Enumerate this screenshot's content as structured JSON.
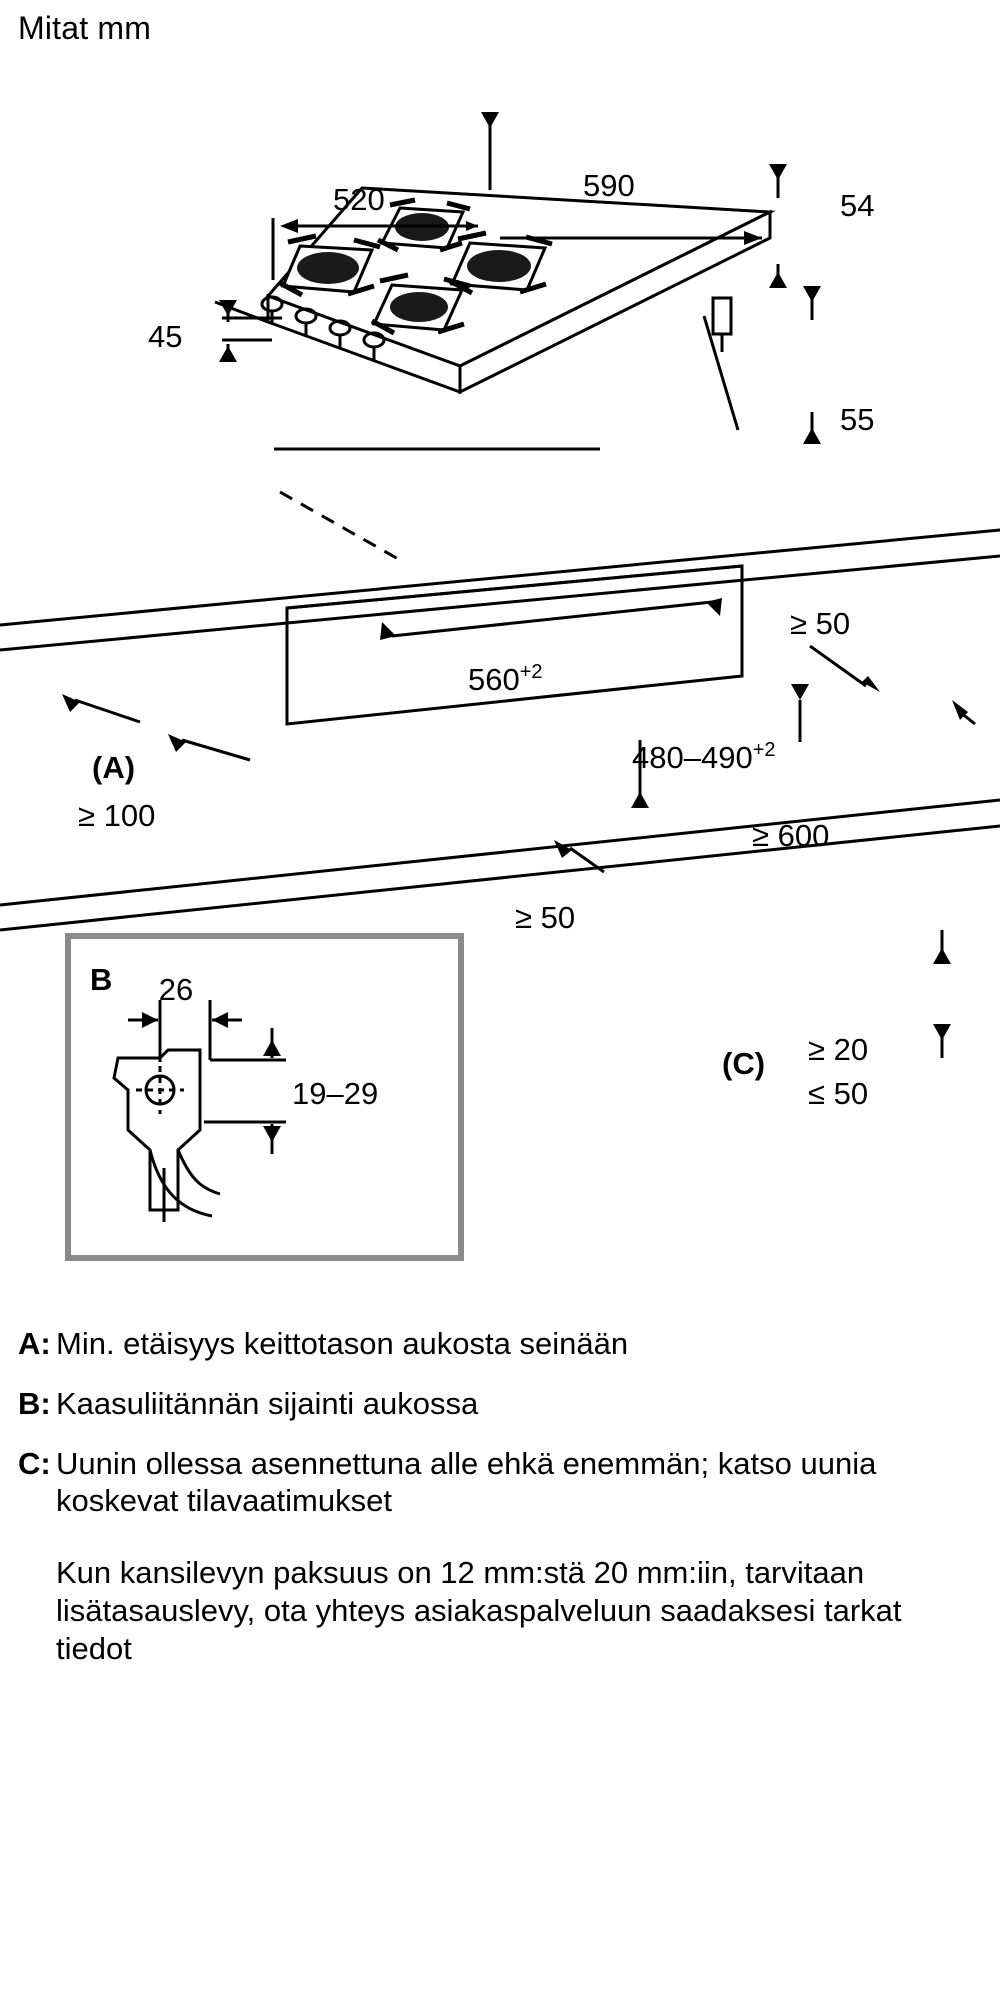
{
  "title": "Mitat mm",
  "diagram": {
    "hob": {
      "width_total": "590",
      "width_inner": "520",
      "depth_right": "54",
      "height_left": "45",
      "height_right": "55"
    },
    "cutout": {
      "width": "560",
      "width_sup": "+2",
      "depth": "480–490",
      "depth_sup": "+2",
      "clearance_right": "≥ 50",
      "clearance_front": "≥ 50",
      "clearance_above": "≥ 600",
      "label_a": "(A)",
      "a_value": "≥ 100",
      "label_c": "(C)",
      "c_value_min": "≥ 20",
      "c_value_max": "≤ 50"
    },
    "detail_b": {
      "label": "B",
      "dim_horizontal": "26",
      "dim_vertical": "19–29"
    }
  },
  "legend": [
    {
      "key": "A:",
      "text": "Min. etäisyys keittotason aukosta seinään"
    },
    {
      "key": "B:",
      "text": "Kaasuliitännän sijainti aukossa"
    },
    {
      "key": "C:",
      "text": "Uunin ollessa asennettuna alle ehkä enemmän; katso uunia koskevat tilavaatimukset"
    }
  ],
  "note": "Kun kansilevyn paksuus on 12 mm:stä 20 mm:iin, tarvitaan lisätasauslevy, ota yhteys asiakaspalveluun saadaksesi tarkat tiedot"
}
